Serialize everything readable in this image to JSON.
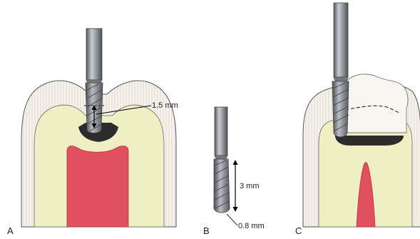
{
  "panels": [
    {
      "letter": "A",
      "measurement": "1.5 mm"
    },
    {
      "letter": "B",
      "measurement_length": "3 mm",
      "measurement_tip": "0.8 mm"
    },
    {
      "letter": "C"
    }
  ],
  "colors": {
    "enamel": "#f5f2ea",
    "enamel_lines": "#c8c3b8",
    "dentin": "#eef0c4",
    "pulp": "#e0505e",
    "caries": "#2a2a2a",
    "bur_shank": "#8a8f97",
    "bur_head": "#6e737b",
    "outline": "#444444"
  }
}
